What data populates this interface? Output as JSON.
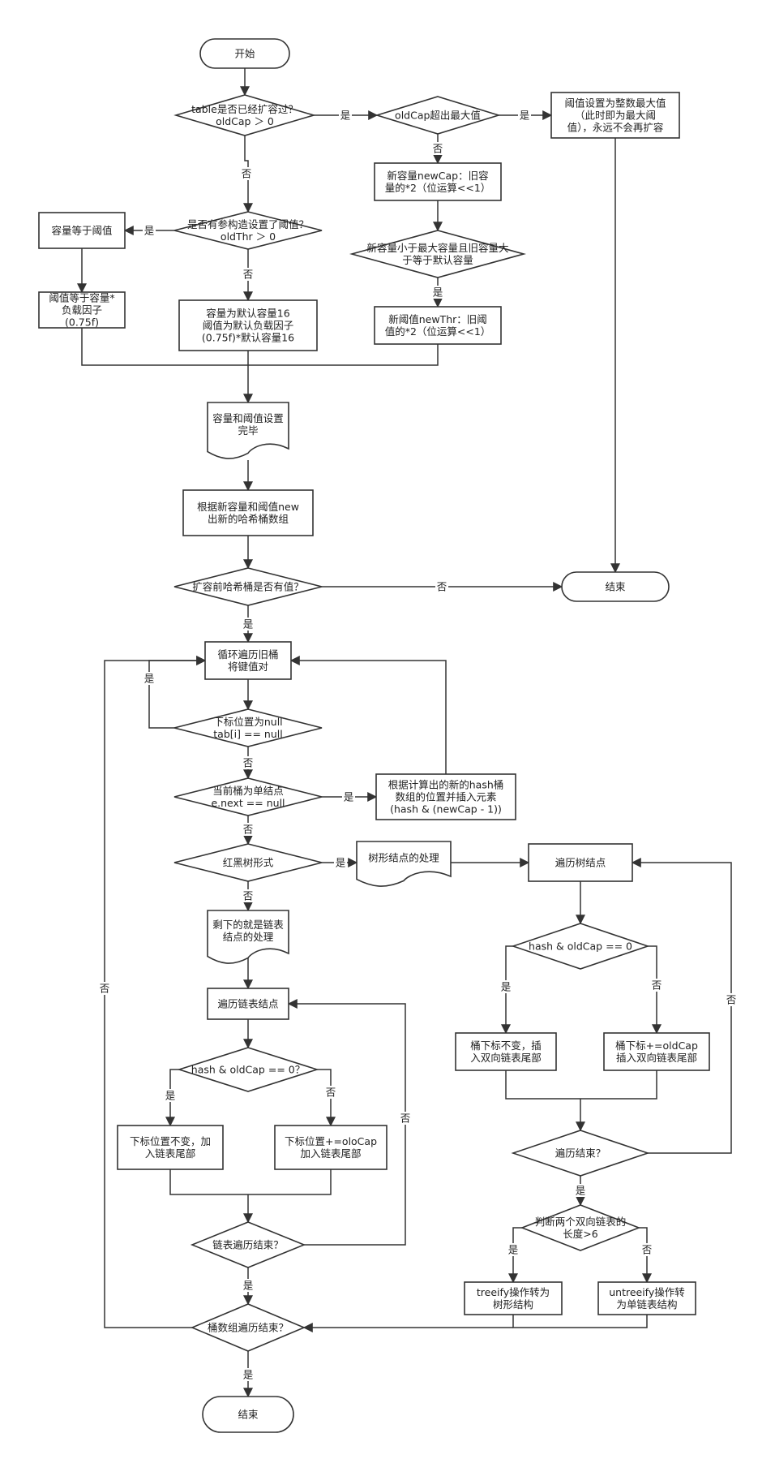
{
  "nodes": {
    "start": [
      "开始"
    ],
    "q_table": [
      "table是否已经扩容过？",
      "oldCap ＞ 0"
    ],
    "q_oldcap_max": [
      "oldCap超出最大值"
    ],
    "n_set_int_max": [
      "阈值设置为整数最大值",
      "（此时即为最大阈",
      "值），永远不会再扩容"
    ],
    "n_newcap": [
      "新容量newCap：旧容",
      "量的*2（位运算<<1）"
    ],
    "q_newcap_range": [
      "新容量小于最大容量且旧容量大",
      "于等于默认容量"
    ],
    "n_newthr": [
      "新阈值newThr：旧阈",
      "值的*2（位运算<<1）"
    ],
    "q_constructor": [
      "是否有参构造设置了阈值？",
      "oldThr ＞ 0"
    ],
    "n_cap_eq_thr": [
      "容量等于阈值"
    ],
    "n_thr_eq_cap": [
      "阈值等于容量*",
      "负载因子",
      "(0.75f)"
    ],
    "n_default": [
      "容量为默认容量16",
      "阈值为默认负载因子",
      "(0.75f)*默认容量16"
    ],
    "n_done_setting": [
      "容量和阈值设置",
      "完毕"
    ],
    "n_new_array": [
      "根据新容量和阈值new",
      "出新的哈希桶数组"
    ],
    "q_old_bucket": [
      "扩容前哈希桶是否有值？"
    ],
    "end_top": [
      "结束"
    ],
    "n_loop": [
      "循环遍历旧桶",
      "将键值对"
    ],
    "q_null": [
      "下标位置为null",
      "tab[i] == null"
    ],
    "q_single": [
      "当前桶为单结点",
      "e.next == null"
    ],
    "n_insert_single": [
      "根据计算出的新的hash桶",
      "数组的位置并插入元素",
      "(hash & (newCap - 1))"
    ],
    "q_rbtree": [
      "红黑树形式"
    ],
    "n_tree_proc": [
      "树形结点的处理"
    ],
    "n_traverse_tree": [
      "遍历树结点"
    ],
    "q_tree_hash": [
      "hash & oldCap == 0"
    ],
    "n_tree_keep": [
      "桶下标不变，插",
      "入双向链表尾部"
    ],
    "n_tree_move": [
      "桶下标+=oldCap",
      "插入双向链表尾部"
    ],
    "q_tree_end": [
      "遍历结束？"
    ],
    "q_len6": [
      "判断两个双向链表的",
      "长度>6"
    ],
    "n_treeify": [
      "treeify操作转为",
      "树形结构"
    ],
    "n_untreeify": [
      "untreeify操作转",
      "为单链表结构"
    ],
    "n_list_proc": [
      "剩下的就是链表",
      "结点的处理"
    ],
    "n_traverse_list": [
      "遍历链表结点"
    ],
    "q_list_hash": [
      "hash & oldCap == 0？"
    ],
    "n_list_keep": [
      "下标位置不变，加",
      "入链表尾部"
    ],
    "n_list_move": [
      "下标位置+=oloCap",
      "加入链表尾部"
    ],
    "q_list_end": [
      "链表遍历结束？"
    ],
    "q_bucket_end": [
      "桶数组遍历结束？"
    ],
    "end_bottom": [
      "结束"
    ]
  },
  "edge_labels": {
    "table_yes": "是",
    "table_no": "否",
    "oldcap_max_yes": "是",
    "oldcap_max_no": "否",
    "newcap_range_yes": "是",
    "constructor_yes": "是",
    "constructor_no": "否",
    "old_bucket_yes": "是",
    "old_bucket_no": "否",
    "null_yes": "是",
    "null_no": "否",
    "single_yes": "是",
    "single_no": "否",
    "rbtree_yes": "是",
    "rbtree_no": "否",
    "tree_hash_yes": "是",
    "tree_hash_no": "否",
    "tree_end_yes": "是",
    "tree_end_no": "否",
    "len6_yes": "是",
    "len6_no": "否",
    "list_hash_yes": "是",
    "list_hash_no": "否",
    "list_end_yes": "是",
    "list_end_no": "否",
    "bucket_end_yes": "是",
    "bucket_end_no": "否"
  },
  "colors": {
    "stroke": "#333333",
    "fill": "#ffffff",
    "text": "#222222"
  }
}
